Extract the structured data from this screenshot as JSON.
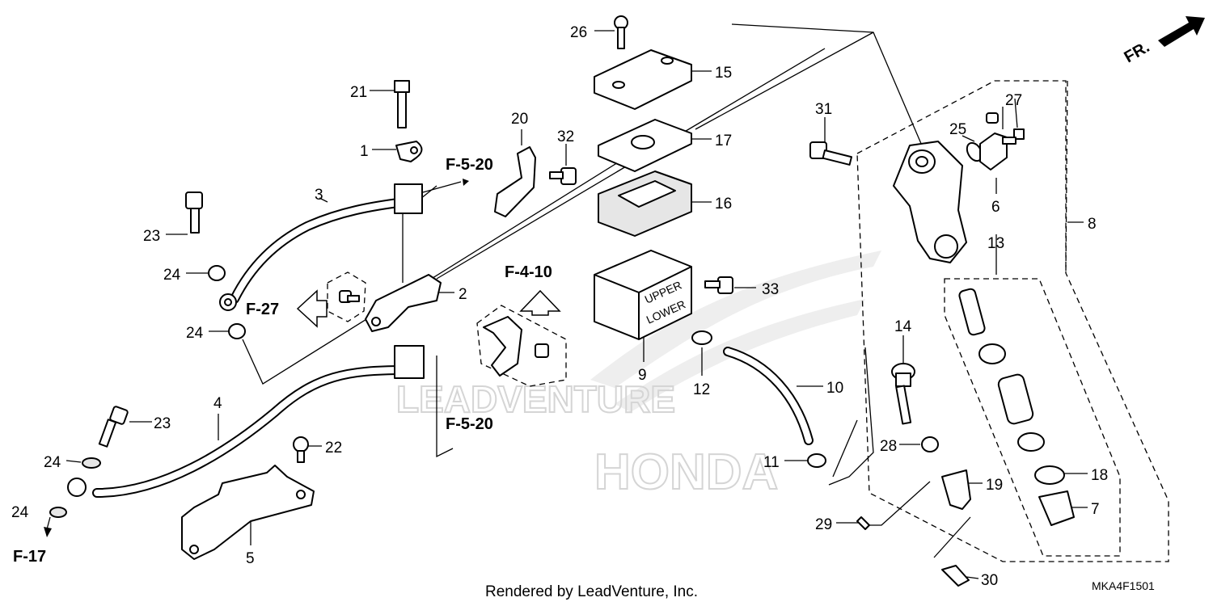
{
  "diagram": {
    "callouts": [
      "1",
      "2",
      "3",
      "4",
      "5",
      "6",
      "7",
      "8",
      "9",
      "10",
      "11",
      "12",
      "13",
      "14",
      "15",
      "16",
      "17",
      "18",
      "19",
      "20",
      "21",
      "22",
      "23",
      "23",
      "24",
      "24",
      "24",
      "24",
      "25",
      "26",
      "27",
      "28",
      "29",
      "30",
      "31",
      "32",
      "33"
    ],
    "references": [
      "F-5-20",
      "F-5-20",
      "F-4-10",
      "F-27",
      "F-17"
    ],
    "direction": "FR.",
    "watermark_top": "LEADVENTURE",
    "watermark_bottom": "HONDA",
    "footer_text": "Rendered by LeadVenture, Inc.",
    "diagram_code": "MKA4F1501",
    "reservoir_marks": [
      "UPPER",
      "LOWER"
    ]
  }
}
